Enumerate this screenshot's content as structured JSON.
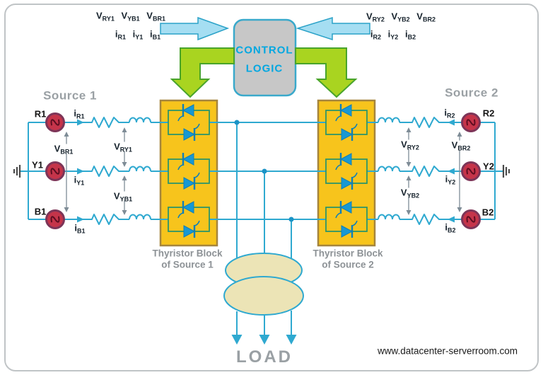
{
  "header": {
    "source1_inputs": {
      "voltages": [
        {
          "main": "V",
          "sub": "RY1"
        },
        {
          "main": "V",
          "sub": "YB1"
        },
        {
          "main": "V",
          "sub": "BR1"
        }
      ],
      "currents": [
        {
          "main": "i",
          "sub": "R1"
        },
        {
          "main": "i",
          "sub": "Y1"
        },
        {
          "main": "i",
          "sub": "B1"
        }
      ]
    },
    "source2_inputs": {
      "voltages": [
        {
          "main": "V",
          "sub": "RY2"
        },
        {
          "main": "V",
          "sub": "YB2"
        },
        {
          "main": "V",
          "sub": "BR2"
        }
      ],
      "currents": [
        {
          "main": "i",
          "sub": "R2"
        },
        {
          "main": "i",
          "sub": "Y2"
        },
        {
          "main": "i",
          "sub": "B2"
        }
      ]
    },
    "control_logic": {
      "line1": "CONTROL",
      "line2": "LOGIC"
    }
  },
  "source1": {
    "title": "Source 1",
    "phases": [
      "R1",
      "Y1",
      "B1"
    ],
    "currents": [
      {
        "main": "i",
        "sub": "R1"
      },
      {
        "main": "i",
        "sub": "Y1"
      },
      {
        "main": "i",
        "sub": "B1"
      }
    ],
    "voltages": [
      {
        "main": "V",
        "sub": "BR1"
      },
      {
        "main": "V",
        "sub": "RY1"
      },
      {
        "main": "V",
        "sub": "YB1"
      }
    ]
  },
  "source2": {
    "title": "Source 2",
    "phases": [
      "R2",
      "Y2",
      "B2"
    ],
    "currents": [
      {
        "main": "i",
        "sub": "R2"
      },
      {
        "main": "i",
        "sub": "Y2"
      },
      {
        "main": "i",
        "sub": "B2"
      }
    ],
    "voltages": [
      {
        "main": "V",
        "sub": "RY2"
      },
      {
        "main": "V",
        "sub": "BR2"
      },
      {
        "main": "V",
        "sub": "YB2"
      }
    ]
  },
  "thyristor_block1": {
    "line1": "Thyristor Block",
    "line2": "of Source 1"
  },
  "thyristor_block2": {
    "line1": "Thyristor Block",
    "line2": "of Source 2"
  },
  "load_label": "LOAD",
  "footer": {
    "website": "www.datacenter-serverroom.com"
  },
  "colors": {
    "wire": "#2fa9d0",
    "thyristor_block_fill": "#f7c41c",
    "thyristor_block_border": "#a5853d",
    "thyristor_symbol": "#1798d4",
    "control_box_fill": "#c7c7c7",
    "control_text": "#00a7e1",
    "blue_arrow": "#a5def2",
    "green_arrow": "#a9d420",
    "ac_source": "#c5344a",
    "load_fill": "#ece4b6",
    "gray_text": "#9aa0a4"
  }
}
